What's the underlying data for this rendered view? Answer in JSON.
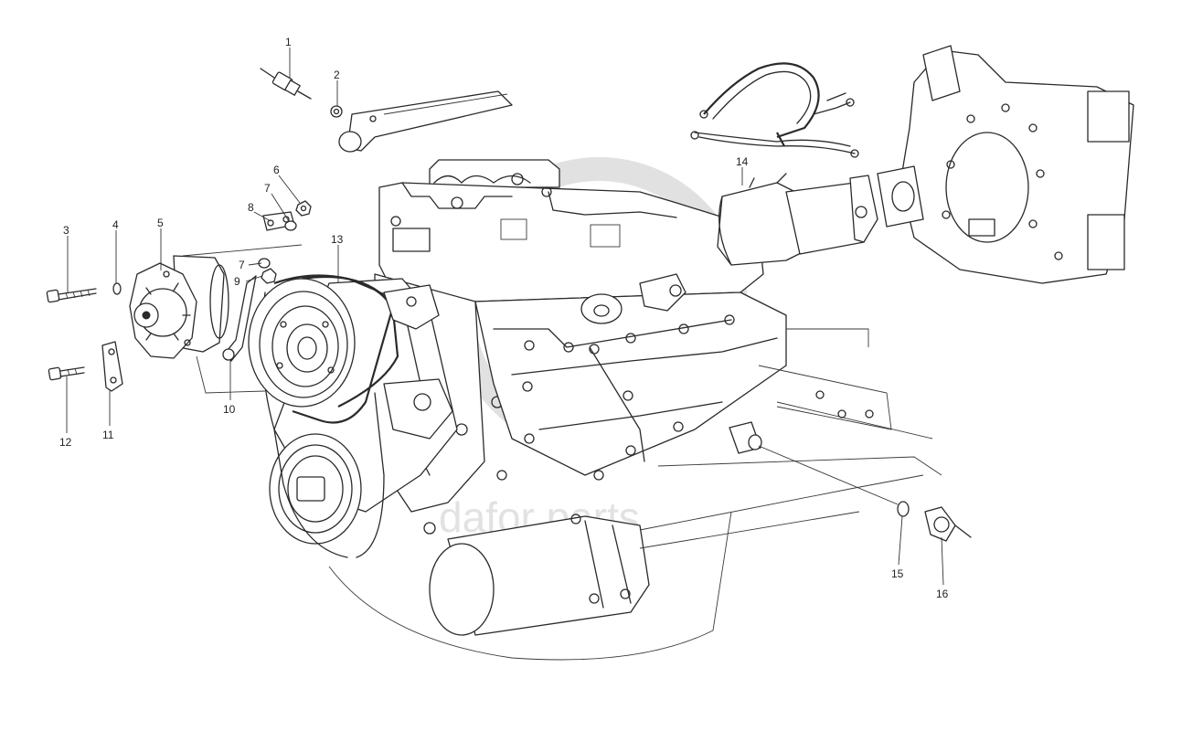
{
  "diagram": {
    "watermark_text": "dafor parts",
    "callouts": [
      {
        "id": "c1",
        "label": "1"
      },
      {
        "id": "c2",
        "label": "2"
      },
      {
        "id": "c3",
        "label": "3"
      },
      {
        "id": "c4",
        "label": "4"
      },
      {
        "id": "c5",
        "label": "5"
      },
      {
        "id": "c6",
        "label": "6"
      },
      {
        "id": "c7a",
        "label": "7"
      },
      {
        "id": "c7b",
        "label": "7"
      },
      {
        "id": "c8",
        "label": "8"
      },
      {
        "id": "c9",
        "label": "9"
      },
      {
        "id": "c10",
        "label": "10"
      },
      {
        "id": "c11",
        "label": "11"
      },
      {
        "id": "c12",
        "label": "12"
      },
      {
        "id": "c13",
        "label": "13"
      },
      {
        "id": "c14",
        "label": "14"
      },
      {
        "id": "c15",
        "label": "15"
      },
      {
        "id": "c16",
        "label": "16"
      }
    ]
  },
  "colors": {
    "line": "#2a2a2a",
    "background": "#ffffff",
    "watermark": "#c9c9c9"
  }
}
